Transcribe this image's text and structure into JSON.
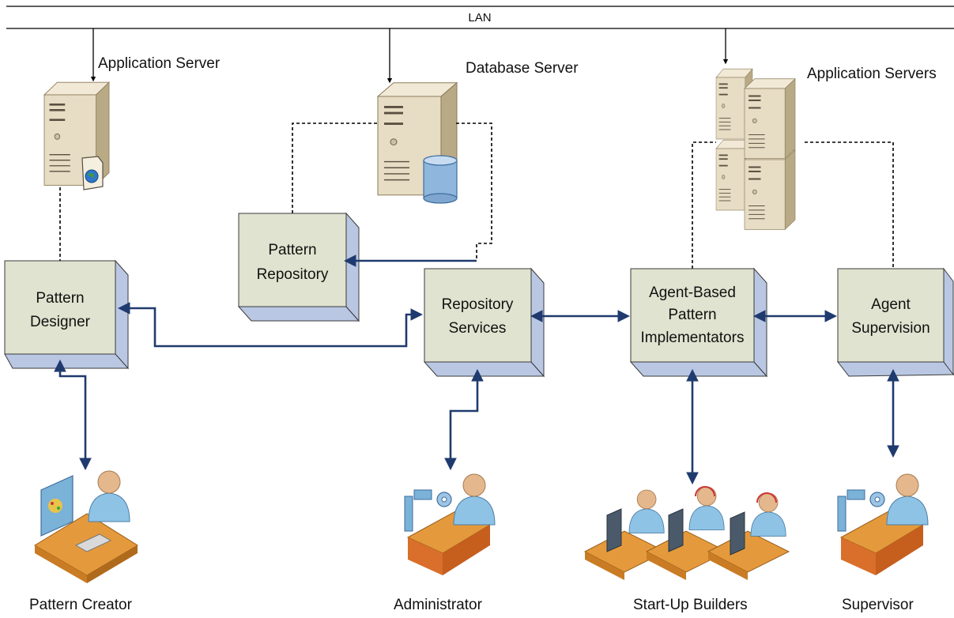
{
  "lan": {
    "label": "LAN"
  },
  "servers": {
    "application_server": "Application Server",
    "database_server": "Database Server",
    "application_servers": "Application Servers"
  },
  "boxes": {
    "pattern_designer": [
      "Pattern",
      "Designer"
    ],
    "pattern_repository": [
      "Pattern",
      "Repository"
    ],
    "repository_services": [
      "Repository",
      "Services"
    ],
    "agent_based": [
      "Agent-Based",
      "Pattern",
      "Implementators"
    ],
    "agent_supervision": [
      "Agent",
      "Supervision"
    ]
  },
  "actors": {
    "pattern_creator": "Pattern Creator",
    "administrator": "Administrator",
    "startup_builders": "Start-Up Builders",
    "supervisor": "Supervisor"
  },
  "colors": {
    "box_face": "#dfe3cf",
    "box_side": "#b9c7e3",
    "connector": "#1f3a6e",
    "server_body": "#e7dcc4",
    "server_side": "#b9aa86"
  }
}
